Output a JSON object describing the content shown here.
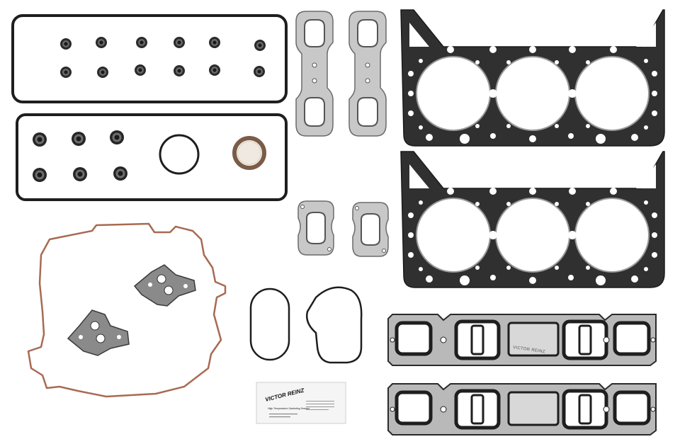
{
  "photo": {
    "background": "#ffffff",
    "colors": {
      "rubber": "#1e1e1e",
      "metal": "#c9c9c9",
      "head_gasket": "#2e2e2e",
      "copper_oring": "#b0705a",
      "fiber_seal": "#7a5c48"
    }
  },
  "packet": {
    "brand": "VICTOR REINZ",
    "line1": "High Temperature Gasketing Sealant",
    "line2": "—"
  },
  "intake_gasket": {
    "stamp": "VICTOR REINZ"
  }
}
